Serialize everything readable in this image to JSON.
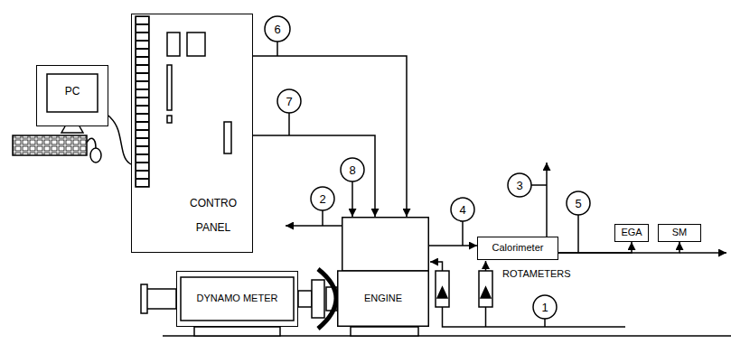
{
  "diagram": {
    "nodes": [
      {
        "text": [
          "PC"
        ]
      },
      {
        "text": [
          "CONTRO PANEL"
        ]
      },
      {
        "text": [
          "DYNAMO METER"
        ]
      },
      {
        "text": [
          "ENGINE"
        ]
      },
      {
        "text": [
          "Calorimeter"
        ]
      },
      {
        "text": [
          "EGA"
        ]
      },
      {
        "text": [
          "SM"
        ]
      }
    ],
    "edges": [
      {
        "from": 0,
        "to": 1,
        "arrow": "none"
      },
      {
        "from": 1,
        "to": 3,
        "arrow": "to"
      },
      {
        "from": 1,
        "to": 3,
        "arrow": "to"
      },
      {
        "from": 3,
        "to": 4,
        "arrow": "to"
      },
      {
        "from": 4,
        "to": 5,
        "arrow": "to"
      },
      {
        "from": 4,
        "to": 6,
        "arrow": "to"
      }
    ],
    "labels": [
      "6",
      "7",
      "8",
      "2",
      "4",
      "3",
      "5",
      "ROTAMETERS",
      "1"
    ]
  }
}
